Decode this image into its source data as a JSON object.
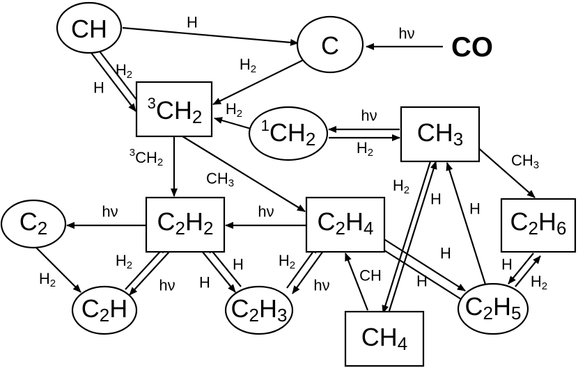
{
  "nodes": {
    "CH": {
      "main": "CH"
    },
    "C": {
      "main": "C"
    },
    "CO": {
      "main": "CO"
    },
    "CH2_3": {
      "sup": "3",
      "main": "CH",
      "sub": "2"
    },
    "CH2_1": {
      "sup": "1",
      "main": "CH",
      "sub": "2"
    },
    "CH3": {
      "main": "CH",
      "sub": "3"
    },
    "C2": {
      "main": "C",
      "sub": "2"
    },
    "C2H2": {
      "a": "C",
      "a_sub": "2",
      "b": "H",
      "b_sub": "2"
    },
    "C2H4": {
      "a": "C",
      "a_sub": "2",
      "b": "H",
      "b_sub": "4"
    },
    "C2H6": {
      "a": "C",
      "a_sub": "2",
      "b": "H",
      "b_sub": "6"
    },
    "C2H": {
      "a": "C",
      "a_sub": "2",
      "b": "H"
    },
    "C2H3": {
      "a": "C",
      "a_sub": "2",
      "b": "H",
      "b_sub": "3"
    },
    "CH4": {
      "main": "CH",
      "sub": "4"
    },
    "C2H5": {
      "a": "C",
      "a_sub": "2",
      "b": "H",
      "b_sub": "5"
    }
  },
  "labels": {
    "ch_c": "H",
    "hv_co": "hν",
    "h2_c_3ch2": {
      "main": "H",
      "sub": "2"
    },
    "h2_ch_3ch2": {
      "main": "H",
      "sub": "2"
    },
    "h_ch_3ch2": "H",
    "h2_1ch2_3ch2": {
      "main": "H",
      "sub": "2"
    },
    "hv_ch3_1ch2": "hν",
    "h2_1ch2_ch3": {
      "main": "H",
      "sub": "2"
    },
    "self_3ch2": {
      "sup": "3",
      "main": "CH",
      "sub": "2"
    },
    "ch3_3ch2_c2h4": {
      "main": "CH",
      "sub": "3"
    },
    "ch3_ch3_c2h6": {
      "main": "CH",
      "sub": "3"
    },
    "hv_c2h2_c2": "hν",
    "hv_c2h4_c2h2": "hν",
    "h2_c2_c2h": {
      "main": "H",
      "sub": "2"
    },
    "h2_c2h_c2h2": {
      "main": "H",
      "sub": "2"
    },
    "hv_c2h2_c2h": "hν",
    "h_c2h2_c2h3_a": "H",
    "h_c2h2_c2h3_b": "H",
    "h2_c2h4_c2h3": {
      "main": "H",
      "sub": "2"
    },
    "hv_c2h4_c2h3": "hν",
    "ch_ch4_c2h4": "CH",
    "h2_ch3_ch4": {
      "main": "H",
      "sub": "2"
    },
    "h_ch4_ch3": "H",
    "h_c2h5_ch3": "H",
    "h_c2h4_c2h5_a": "H",
    "h_c2h4_c2h5_b": "H",
    "h_c2h6_c2h5": "H",
    "h2_c2h6_c2h5": {
      "main": "H",
      "sub": "2"
    }
  }
}
